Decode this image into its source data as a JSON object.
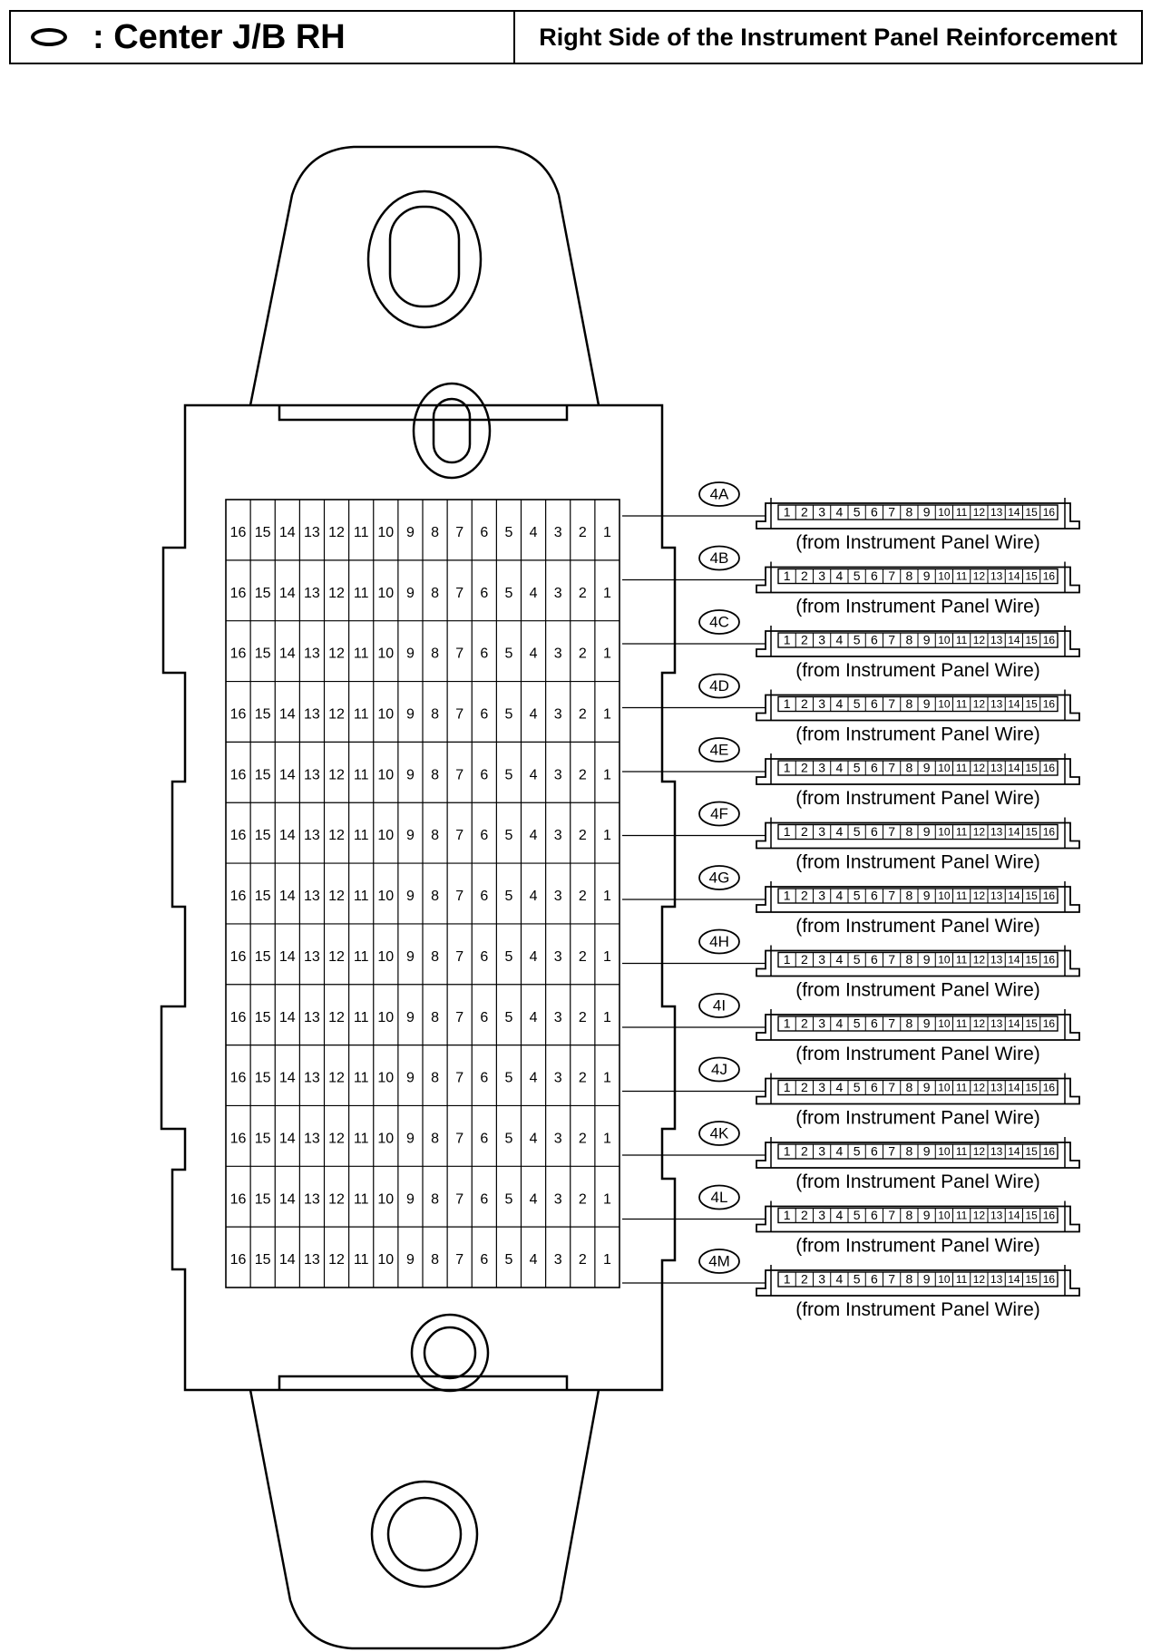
{
  "header": {
    "oval_icon": "oval-symbol-icon",
    "title": ": Center J/B RH",
    "location": "Right Side of the Instrument Panel Reinforcement"
  },
  "diagram": {
    "pin_columns": [
      "16",
      "15",
      "14",
      "13",
      "12",
      "11",
      "10",
      "9",
      "8",
      "7",
      "6",
      "5",
      "4",
      "3",
      "2",
      "1"
    ],
    "connector_pins": [
      "1",
      "2",
      "3",
      "4",
      "5",
      "6",
      "7",
      "8",
      "9",
      "10",
      "11",
      "12",
      "13",
      "14",
      "15",
      "16"
    ],
    "connectors": [
      {
        "code": "4A",
        "note": "(from Instrument Panel Wire)"
      },
      {
        "code": "4B",
        "note": "(from Instrument Panel Wire)"
      },
      {
        "code": "4C",
        "note": "(from Instrument Panel Wire)"
      },
      {
        "code": "4D",
        "note": "(from Instrument Panel Wire)"
      },
      {
        "code": "4E",
        "note": "(from Instrument Panel Wire)"
      },
      {
        "code": "4F",
        "note": "(from Instrument Panel Wire)"
      },
      {
        "code": "4G",
        "note": "(from Instrument Panel Wire)"
      },
      {
        "code": "4H",
        "note": "(from Instrument Panel Wire)"
      },
      {
        "code": "4I",
        "note": "(from Instrument Panel Wire)"
      },
      {
        "code": "4J",
        "note": "(from Instrument Panel Wire)"
      },
      {
        "code": "4K",
        "note": "(from Instrument Panel Wire)"
      },
      {
        "code": "4L",
        "note": "(from Instrument Panel Wire)"
      },
      {
        "code": "4M",
        "note": "(from Instrument Panel Wire)"
      }
    ]
  }
}
